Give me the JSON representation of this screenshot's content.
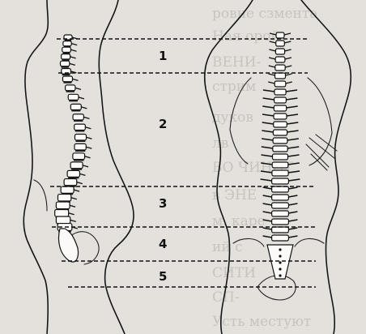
{
  "figure": {
    "region_labels": [
      "1",
      "2",
      "3",
      "4",
      "5"
    ],
    "background_text_lines": [
      "ровне сзмента",
      "Ная орой",
      "ВЕНИ-",
      "стрим",
      "дуков",
      "лв",
      "ВО ЧИНОТ",
      "в ЭНЕ",
      "м. каре",
      "ий с",
      "СИТИ",
      "СП-",
      "Усть местуют"
    ]
  }
}
